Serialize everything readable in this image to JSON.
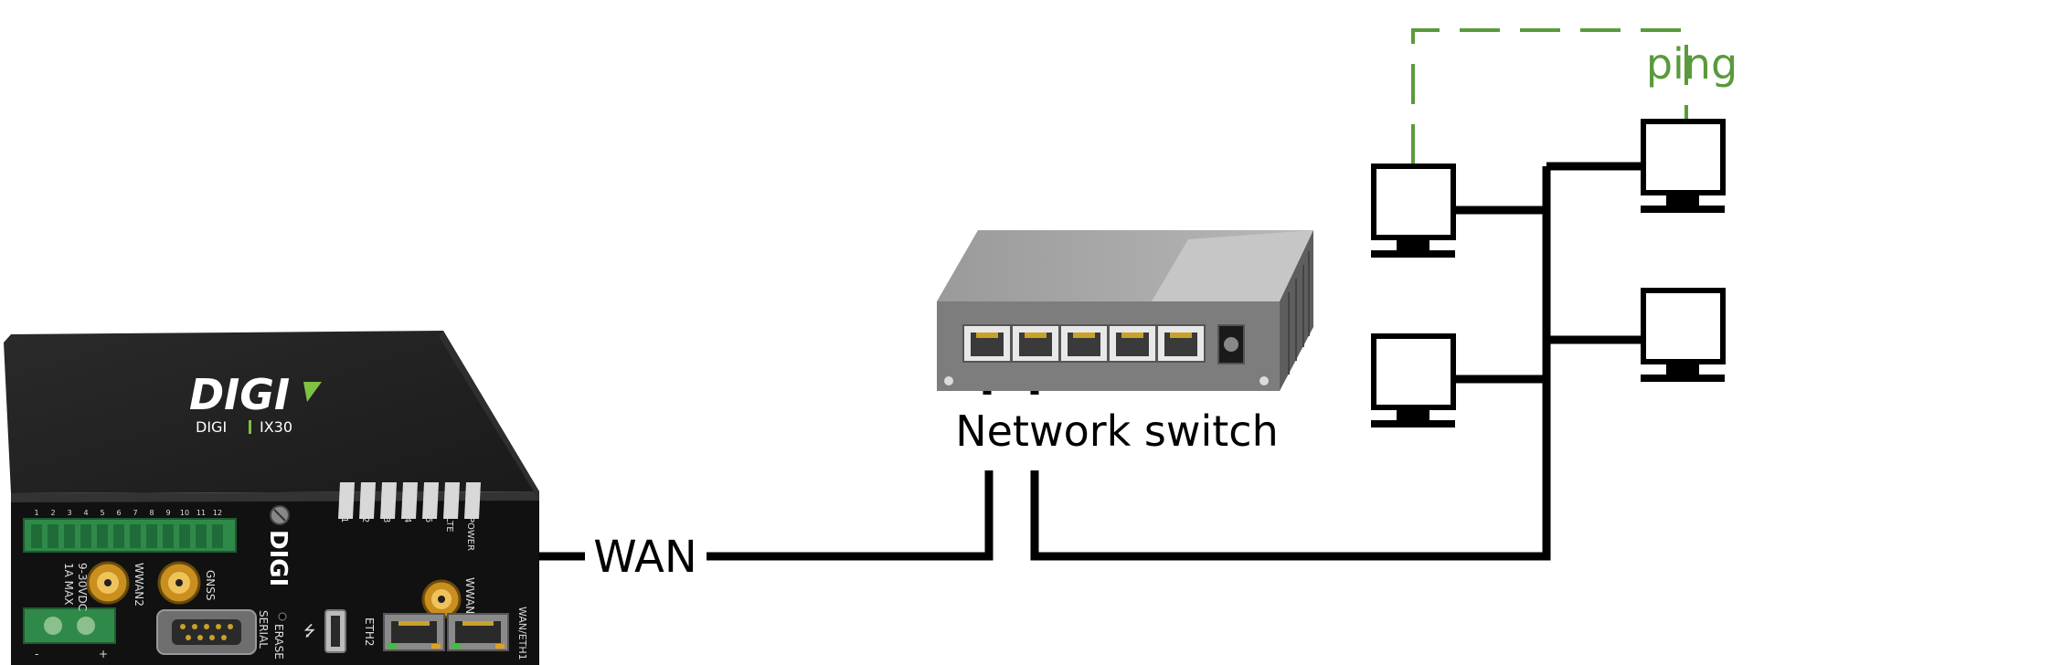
{
  "labels": {
    "wan": "WAN",
    "network_switch": "Network switch",
    "ping": "ping"
  },
  "router": {
    "brand": "DIGI",
    "brand_small": "DIGI",
    "model": "IX30",
    "terminal_numbers": [
      "1",
      "2",
      "3",
      "4",
      "5",
      "6",
      "7",
      "8",
      "9",
      "10",
      "11",
      "12"
    ],
    "power_spec_1": "9-30VDC",
    "power_spec_2": "1A MAX",
    "power_minus": "-",
    "power_plus": "+",
    "wwan2_label": "WWAN2",
    "gnss_label": "GNSS",
    "serial_label": "SERIAL",
    "erase_label": "ERASE",
    "eth2_label": "ETH2",
    "wwan1_label": "WWAN1",
    "wan_eth1_label": "WAN/ETH1",
    "led_labels": [
      "1",
      "2",
      "3",
      "4",
      "5",
      "LTE",
      "POWER"
    ]
  },
  "colors": {
    "ping_green": "#5a9a3c",
    "digi_green": "#7dc243",
    "router_body": "#222222",
    "switch_gray": "#8c8c8c",
    "cable": "#000000"
  }
}
